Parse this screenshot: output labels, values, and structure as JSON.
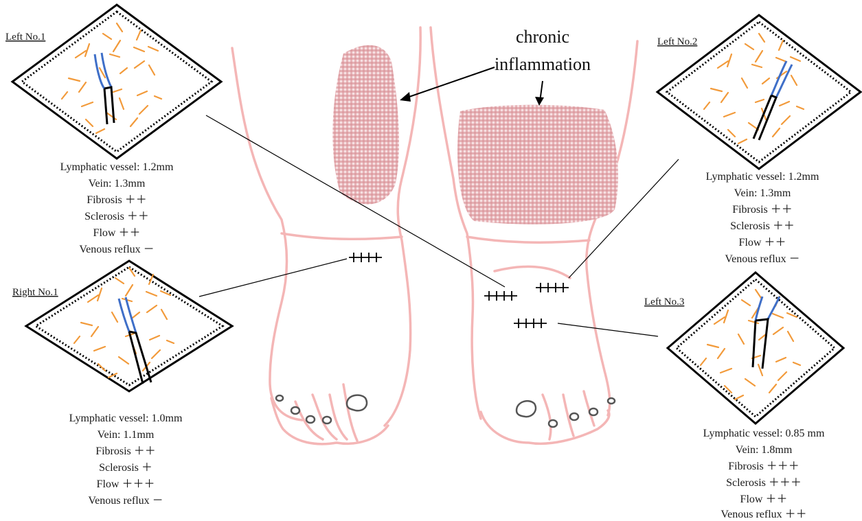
{
  "title": {
    "line1": "chronic",
    "line2": "inflammation"
  },
  "colors": {
    "foot_outline": "#f4b6b6",
    "inflammation": "#c97a80",
    "fibrosis": "#f29a3a",
    "lymphatic": "#3f6fc8",
    "vein": "#000000"
  },
  "sites": [
    {
      "label": "Left No.1",
      "details": [
        "Lymphatic vessel: 1.2mm",
        "Vein: 1.3mm",
        "Fibrosis ＋＋",
        "Sclerosis ＋＋",
        "Flow ＋＋",
        "Venous reflux －"
      ]
    },
    {
      "label": "Left No.2",
      "details": [
        "Lymphatic vessel: 1.2mm",
        "Vein: 1.3mm",
        "Fibrosis ＋＋",
        "Sclerosis ＋＋",
        "Flow ＋＋",
        "Venous reflux －"
      ]
    },
    {
      "label": "Right No.1",
      "details": [
        "Lymphatic vessel: 1.0mm",
        "Vein: 1.1mm",
        "Fibrosis ＋＋",
        "Sclerosis ＋",
        "Flow ＋＋＋",
        "Venous reflux －"
      ]
    },
    {
      "label": "Left No.3",
      "details": [
        "Lymphatic vessel: 0.85 mm",
        "Vein: 1.8mm",
        "Fibrosis ＋＋＋",
        "Sclerosis ＋＋＋",
        "Flow ＋＋",
        "Venous reflux ＋＋"
      ]
    }
  ]
}
